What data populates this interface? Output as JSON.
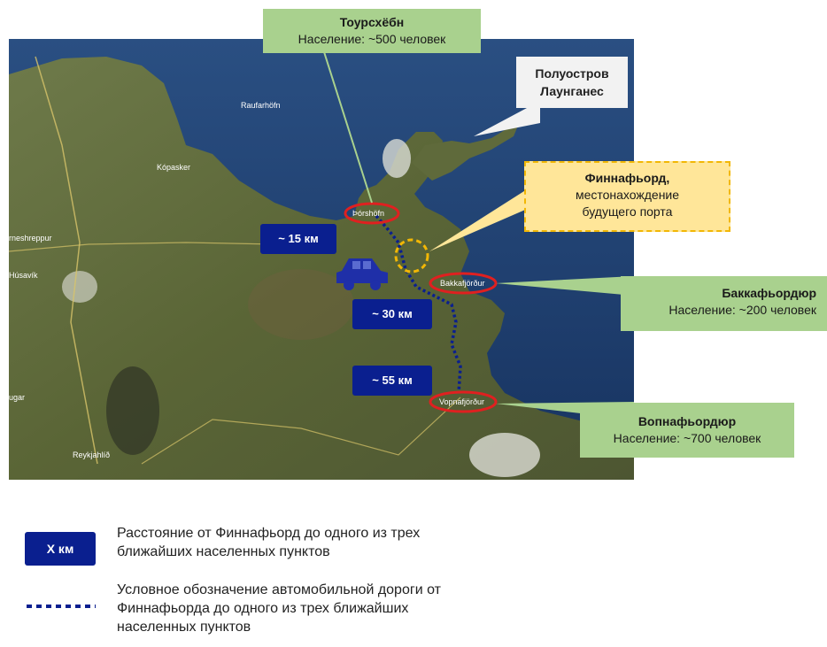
{
  "map": {
    "places": {
      "raufarhofn": "Raufarhöfn",
      "kopasker": "Kópasker",
      "thorshofn": "Þórshöfn",
      "bakkafjordur": "Bakkafjörður",
      "vopnafjordur": "Vopnafjörður",
      "husavik": "Húsavík",
      "reykjahlid": "Reykjahlíð",
      "tjornes": "rneshreppur",
      "laugar": "ugar"
    }
  },
  "callouts": {
    "thorshofn": {
      "name": "Тоурсхёбн",
      "population": "Население: ~500 человек"
    },
    "langanes": {
      "line1": "Полуостров",
      "line2": "Лаунганес"
    },
    "finnafjord": {
      "name": "Финнафьорд,",
      "line2": "местонахождение",
      "line3": "будущего порта"
    },
    "bakkafjordur": {
      "name": "Баккафьордюр",
      "population": "Население: ~200 человек"
    },
    "vopnafjordur": {
      "name": "Вопнафьордюр",
      "population": "Население: ~700 человек"
    }
  },
  "distances": {
    "d15": "~ 15 км",
    "d30": "~ 30 км",
    "d55": "~ 55 км"
  },
  "legend": {
    "box_label": "X км",
    "box_text_1": "Расстояние от Финнафьорд до одного из трех",
    "box_text_2": "ближайших населенных пунктов",
    "road_text_1": "Условное обозначение автомобильной дороги от",
    "road_text_2": "Финнафьорда до одного из трех ближайших",
    "road_text_3": "населенных пунктов"
  },
  "colors": {
    "sea": "#20406e",
    "land": "#5a6b3c",
    "callout_green": "#a9d18e",
    "distance_blue": "#0a1f8f",
    "marker_red": "#e02020",
    "port_yellow": "#f2b705"
  }
}
